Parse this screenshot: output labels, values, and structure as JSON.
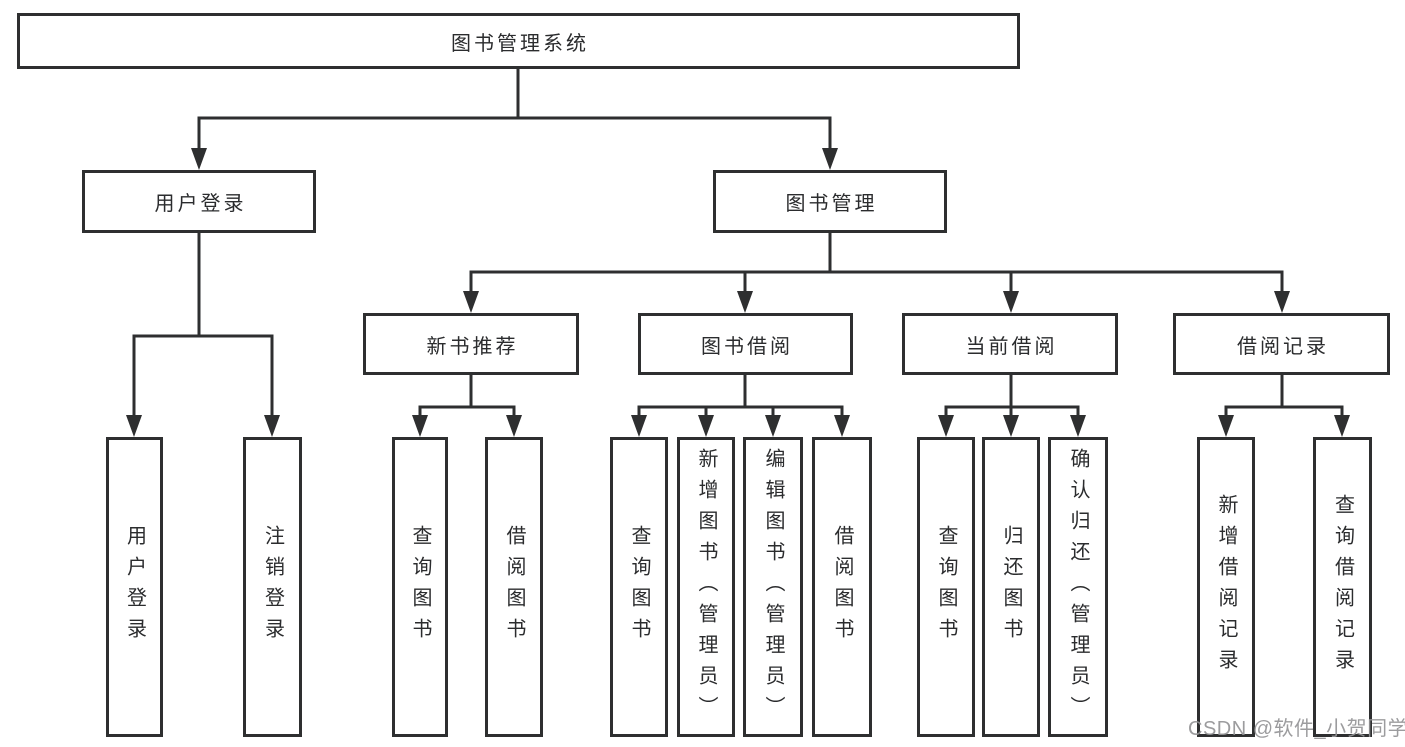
{
  "title": "图书管理系统",
  "level1": [
    {
      "label": "用户登录"
    },
    {
      "label": "图书管理"
    }
  ],
  "level2": [
    {
      "label": "新书推荐"
    },
    {
      "label": "图书借阅"
    },
    {
      "label": "当前借阅"
    },
    {
      "label": "借阅记录"
    }
  ],
  "leaves": [
    {
      "label": "用户登录"
    },
    {
      "label": "注销登录"
    },
    {
      "label": "查询图书"
    },
    {
      "label": "借阅图书"
    },
    {
      "label": "查询图书"
    },
    {
      "label": "新增图书（管理员）"
    },
    {
      "label": "编辑图书（管理员）"
    },
    {
      "label": "借阅图书"
    },
    {
      "label": "查询图书"
    },
    {
      "label": "归还图书"
    },
    {
      "label": "确认归还（管理员）"
    },
    {
      "label": "新增借阅记录"
    },
    {
      "label": "查询借阅记录"
    }
  ],
  "watermark": "CSDN @软件_小贺同学",
  "colors": {
    "line": "#2e2f30",
    "text": "#2b2c2e",
    "background": "#ffffff",
    "watermark": "#949496"
  }
}
